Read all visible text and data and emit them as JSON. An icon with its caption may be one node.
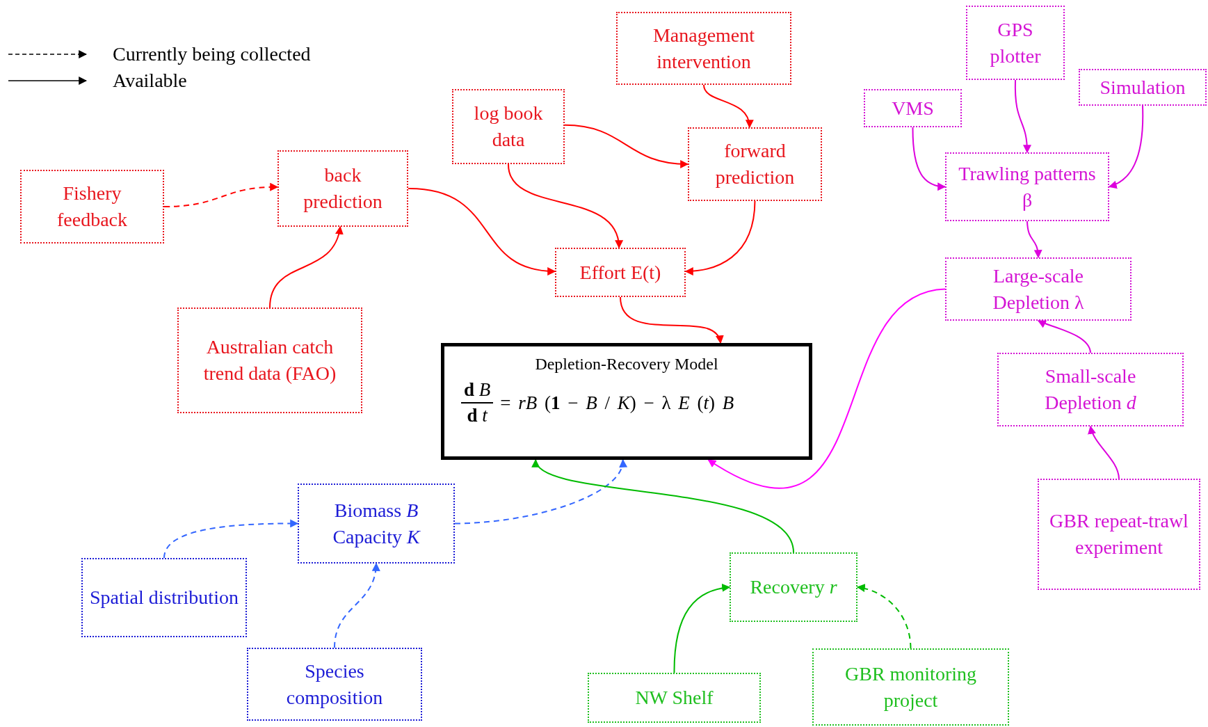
{
  "diagram": {
    "nodes": [
      {
        "text": [
          "Management intervention"
        ]
      },
      {
        "text": [
          "GPS plotter"
        ]
      },
      {
        "text": [
          "log book data"
        ]
      },
      {
        "text": [
          "Simulation"
        ]
      },
      {
        "text": [
          "VMS"
        ]
      },
      {
        "text": [
          "Fishery feedback"
        ]
      },
      {
        "text": [
          "back prediction"
        ]
      },
      {
        "text": [
          "forward prediction"
        ]
      },
      {
        "text": [
          "Trawling patterns β"
        ]
      },
      {
        "text": [
          "Effort E(t)"
        ]
      },
      {
        "text": [
          "Large-scale Depletion λ"
        ]
      },
      {
        "text": [
          "Australian catch trend data (FAO)"
        ]
      },
      {
        "text": [
          "Depletion-Recovery Model",
          "**d** *B*",
          "**d** *t*",
          "= *rB* (**1** − *B* / *K*) − λ *E* (*t*) *B*"
        ]
      },
      {
        "text": [
          "Small-scale Depletion *d*"
        ]
      },
      {
        "text": [
          "Biomass *B* Capacity *K*"
        ]
      },
      {
        "text": [
          "Spatial distribution"
        ]
      },
      {
        "text": [
          "GBR repeat-trawl experiment"
        ]
      },
      {
        "text": [
          "Recovery *r*"
        ]
      },
      {
        "text": [
          "Species composition"
        ]
      },
      {
        "text": [
          "NW Shelf"
        ]
      },
      {
        "text": [
          "GBR monitoring project"
        ]
      }
    ],
    "edges": [
      {
        "from": 0,
        "to": 7,
        "arrow": "to"
      },
      {
        "from": 2,
        "to": 7,
        "arrow": "to"
      },
      {
        "from": 2,
        "to": 9,
        "arrow": "to"
      },
      {
        "from": 5,
        "to": 6,
        "arrow": "to",
        "style": "dashed"
      },
      {
        "from": 11,
        "to": 6,
        "arrow": "to"
      },
      {
        "from": 6,
        "to": 9,
        "arrow": "to"
      },
      {
        "from": 7,
        "to": 9,
        "arrow": "to"
      },
      {
        "from": 9,
        "to": 12,
        "arrow": "to"
      },
      {
        "from": 4,
        "to": 8,
        "arrow": "to",
        "color": "#dd00dd"
      },
      {
        "from": 1,
        "to": 8,
        "arrow": "to",
        "color": "#dd00dd"
      },
      {
        "from": 3,
        "to": 8,
        "arrow": "to",
        "color": "#dd00dd"
      },
      {
        "from": 8,
        "to": 10,
        "arrow": "to",
        "color": "#dd00dd"
      },
      {
        "from": 13,
        "to": 10,
        "arrow": "to",
        "color": "#dd00dd"
      },
      {
        "from": 16,
        "to": 13,
        "arrow": "to",
        "color": "#dd00dd"
      },
      {
        "from": 10,
        "to": 12,
        "arrow": "to",
        "color": "#ff00ff"
      },
      {
        "from": 14,
        "to": 12,
        "arrow": "to",
        "style": "dashed",
        "color": "#3366ff"
      },
      {
        "from": 15,
        "to": 14,
        "arrow": "to",
        "style": "dashed",
        "color": "#3366ff"
      },
      {
        "from": 18,
        "to": 14,
        "arrow": "to",
        "style": "dashed",
        "color": "#3366ff"
      },
      {
        "from": 17,
        "to": 12,
        "arrow": "to",
        "color": "#00bb00"
      },
      {
        "from": 19,
        "to": 17,
        "arrow": "to",
        "color": "#00bb00"
      },
      {
        "from": 20,
        "to": 17,
        "arrow": "to",
        "style": "dashed",
        "color": "#00bb00"
      }
    ],
    "legend": [
      {
        "text": "Currently being collected"
      },
      {
        "text": "Available"
      }
    ]
  }
}
